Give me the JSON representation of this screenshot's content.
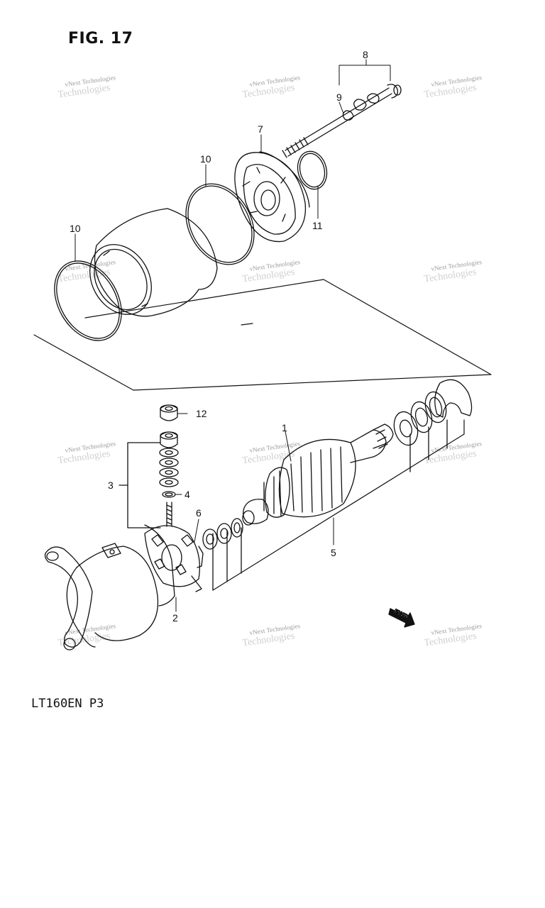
{
  "header": {
    "figure_label": "FIG. 17"
  },
  "footer": {
    "model_code": "LT160EN P3"
  },
  "callouts": [
    "1",
    "2",
    "3",
    "4",
    "5",
    "6",
    "7",
    "8",
    "9",
    "10",
    "10",
    "11",
    "12"
  ],
  "watermark": {
    "text": "vNext Technologies",
    "shadow": "Technologies"
  },
  "fwd_indicator": {
    "label": "FWD"
  },
  "colors": {
    "line": "#111111",
    "watermark": "#9a9a9a"
  }
}
